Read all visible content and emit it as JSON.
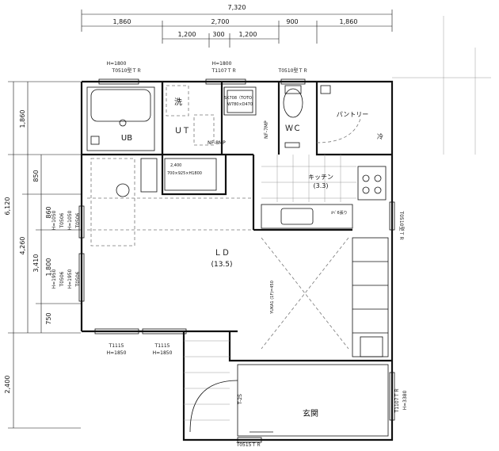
{
  "dims_top": {
    "total": "7,320",
    "seg": [
      "1,860",
      "2,700",
      "900",
      "1,860"
    ],
    "sub": [
      "1,200",
      "300",
      "1,200"
    ]
  },
  "dims_left": {
    "total": "6,120",
    "seg": [
      "1,860",
      "4,260",
      "850",
      "860",
      "3,410",
      "1,800",
      "750",
      "2,400"
    ]
  },
  "windows": {
    "top1": [
      "H=1800",
      "T0510型ＴＲ"
    ],
    "top2": [
      "H=1800",
      "T1107ＴＲ"
    ],
    "top3": "T0510型ＴＲ",
    "left1": [
      "H=1950",
      "T0506"
    ],
    "left2": [
      "H=1950",
      "T0506"
    ],
    "left3": [
      "H=1050",
      "T0506"
    ],
    "left4": [
      "H=1050",
      "T0506"
    ],
    "right1": "T0510型ＴＲ",
    "right2": [
      "T1107ＴＲ",
      "H=3380"
    ],
    "bottom1": [
      "T1115",
      "H=1850"
    ],
    "bottom2": [
      "T1115",
      "H=1850"
    ],
    "bottom3": "T0515ＴＲ"
  },
  "rooms": {
    "ub": "UB",
    "ut": "ＵＴ",
    "sen": "洗",
    "wc": "ＷＣ",
    "pantry": "パントリー",
    "rei": "冷",
    "kitchen": "キッチン",
    "kitchen_size": "(3.3)",
    "ld": "ＬＤ",
    "ld_size": "(13.5)",
    "genkan": "玄関"
  },
  "notes": {
    "vanity": [
      "SK708（TOTO）",
      "W780×D470"
    ],
    "storage": [
      "2,400",
      "700×925×H1800"
    ],
    "nf8": "NF-8MP",
    "nf7": "NF-7MP",
    "kabe": "ｶﾍﾞ6張り",
    "yuka": "YUKA1 (1F)=450",
    "tz": "T-2S"
  }
}
